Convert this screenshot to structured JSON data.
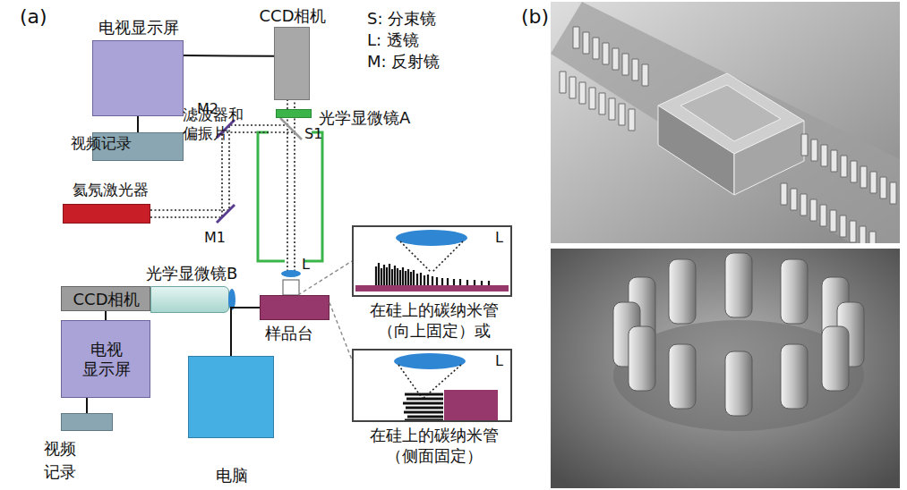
{
  "diagram": {
    "nodes": [
      {
        "text": [
          "电视显示屏"
        ]
      },
      {
        "text": [
          "视频记录"
        ]
      },
      {
        "text": [
          "CCD相机"
        ]
      },
      {
        "text": [
          "滤波器和 偏振片",
          "光学显微镜A"
        ]
      },
      {
        "text": [
          "氦氖激光器"
        ]
      },
      {
        "text": [
          "CCD相机"
        ]
      },
      {
        "text": [
          "光学显微镜B"
        ]
      },
      {
        "text": [
          "电视 显示屏"
        ]
      },
      {
        "text": [
          "视频 记录"
        ]
      },
      {
        "text": [
          "样品台"
        ]
      },
      {
        "text": [
          "电脑"
        ]
      },
      {
        "text": [
          "在硅上的碳纳米管 （向上固定）或"
        ]
      },
      {
        "text": [
          "在硅上的碳纳米管 （侧面固定）"
        ]
      }
    ],
    "edges": [
      {
        "from": 0,
        "to": 2,
        "arrow": "none"
      },
      {
        "from": 0,
        "to": 1,
        "arrow": "none"
      },
      {
        "from": 5,
        "to": 7,
        "arrow": "none"
      },
      {
        "from": 7,
        "to": 8,
        "arrow": "none"
      },
      {
        "from": 9,
        "to": 10,
        "arrow": "none"
      },
      {
        "from": 9,
        "to": 11,
        "arrow": "none"
      },
      {
        "from": 9,
        "to": 12,
        "arrow": "none"
      }
    ],
    "labels": [
      "(a)",
      "S: 分束镜",
      "L: 透镜",
      "M: 反射镜",
      "M2",
      "S1",
      "M1",
      "L",
      "L",
      "L",
      "(b)"
    ]
  }
}
